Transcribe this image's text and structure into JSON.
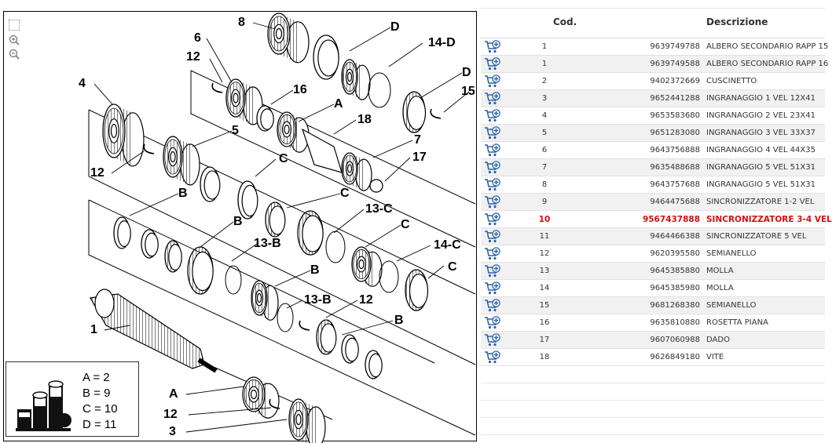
{
  "diagram": {
    "callouts": [
      {
        "label": "8"
      },
      {
        "label": "D"
      },
      {
        "label": "6"
      },
      {
        "label": "14-D"
      },
      {
        "label": "12"
      },
      {
        "label": "D"
      },
      {
        "label": "4"
      },
      {
        "label": "16"
      },
      {
        "label": "15"
      },
      {
        "label": "A"
      },
      {
        "label": "18"
      },
      {
        "label": "5"
      },
      {
        "label": "7"
      },
      {
        "label": "C"
      },
      {
        "label": "17"
      },
      {
        "label": "12"
      },
      {
        "label": "B"
      },
      {
        "label": "C"
      },
      {
        "label": "13-C"
      },
      {
        "label": "B"
      },
      {
        "label": "C"
      },
      {
        "label": "13-B"
      },
      {
        "label": "14-C"
      },
      {
        "label": "C"
      },
      {
        "label": "B"
      },
      {
        "label": "13-B"
      },
      {
        "label": "12"
      },
      {
        "label": "B"
      },
      {
        "label": "1"
      },
      {
        "label": "A"
      },
      {
        "label": "12"
      },
      {
        "label": "3"
      }
    ],
    "legend": [
      "A = 2",
      "B = 9",
      "C = 10",
      "D = 11"
    ]
  },
  "table": {
    "columns": {
      "code": "Cod.",
      "description": "Descrizione"
    },
    "rows": [
      {
        "num": "1",
        "code": "9639749788",
        "desc": "ALBERO SECONDARIO RAPP 15"
      },
      {
        "num": "1",
        "code": "9639749588",
        "desc": "ALBERO SECONDARIO RAPP 16"
      },
      {
        "num": "2",
        "code": "9402372669",
        "desc": "CUSCINETTO"
      },
      {
        "num": "3",
        "code": "9652441288",
        "desc": "INGRANAGGIO 1 VEL 12X41"
      },
      {
        "num": "4",
        "code": "9653583680",
        "desc": "INGRANAGGIO 2 VEL 23X41"
      },
      {
        "num": "5",
        "code": "9651283080",
        "desc": "INGRANAGGIO 3 VEL 33X37"
      },
      {
        "num": "6",
        "code": "9643756888",
        "desc": "INGRANAGGIO 4 VEL 44X35"
      },
      {
        "num": "7",
        "code": "9635488688",
        "desc": "INGRANAGGIO 5 VEL 51X31"
      },
      {
        "num": "8",
        "code": "9643757688",
        "desc": "INGRANAGGIO 5 VEL 51X31"
      },
      {
        "num": "9",
        "code": "9464475688",
        "desc": "SINCRONIZZATORE 1-2 VEL"
      },
      {
        "num": "10",
        "code": "9567437888",
        "desc": "SINCRONIZZATORE 3-4 VEL",
        "selected": true
      },
      {
        "num": "11",
        "code": "9464466388",
        "desc": "SINCRONIZZATORE 5 VEL"
      },
      {
        "num": "12",
        "code": "9620395580",
        "desc": "SEMIANELLO"
      },
      {
        "num": "13",
        "code": "9645385880",
        "desc": "MOLLA"
      },
      {
        "num": "14",
        "code": "9645385980",
        "desc": "MOLLA"
      },
      {
        "num": "15",
        "code": "9681268380",
        "desc": "SEMIANELLO"
      },
      {
        "num": "16",
        "code": "9635810880",
        "desc": "ROSETTA PIANA"
      },
      {
        "num": "17",
        "code": "9607060988",
        "desc": "DADO"
      },
      {
        "num": "18",
        "code": "9626849180",
        "desc": "VITE"
      }
    ]
  }
}
